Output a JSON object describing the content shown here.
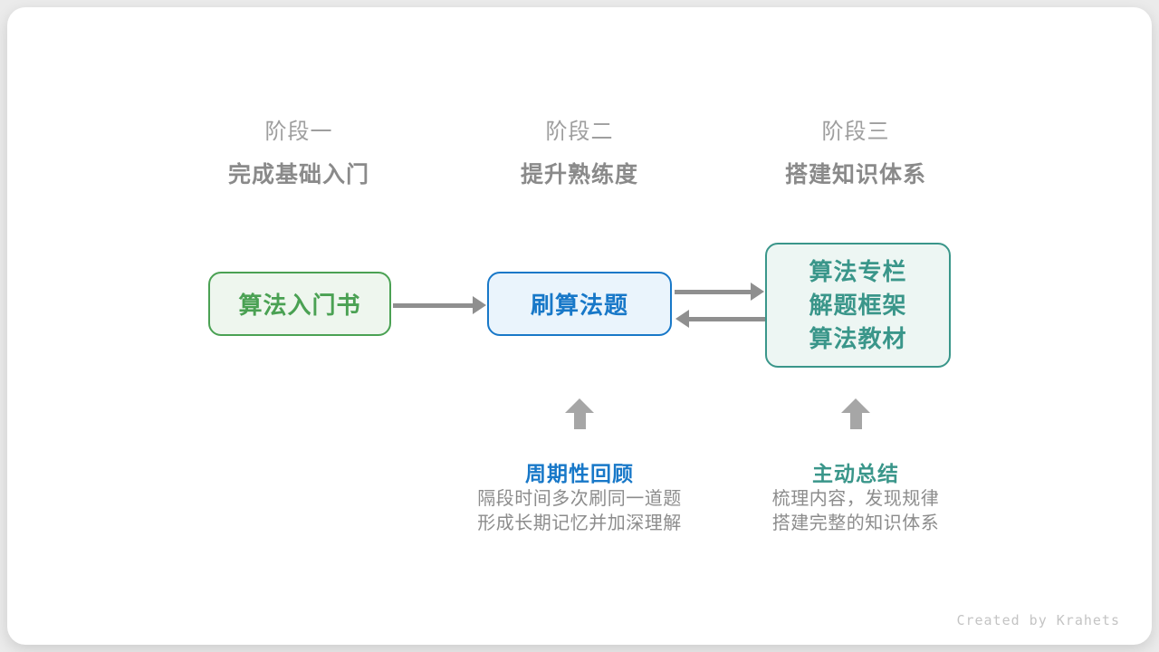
{
  "page": {
    "credit": "Created by Krahets"
  },
  "stages": [
    {
      "label": "阶段一",
      "subtitle": "完成基础入门"
    },
    {
      "label": "阶段二",
      "subtitle": "提升熟练度"
    },
    {
      "label": "阶段三",
      "subtitle": "搭建知识体系"
    }
  ],
  "nodes": [
    {
      "title": "算法入门书"
    },
    {
      "title": "刷算法题"
    },
    {
      "lines": [
        "算法专栏",
        "解题框架",
        "算法教材"
      ]
    }
  ],
  "annotations": [
    {
      "title": "周期性回顾",
      "lines": [
        "隔段时间多次刷同一道题",
        "形成长期记忆并加深理解"
      ]
    },
    {
      "title": "主动总结",
      "lines": [
        "梳理内容，发现规律",
        "搭建完整的知识体系"
      ]
    }
  ],
  "colors": {
    "page-bg": "#ebebeb",
    "card-bg": "#ffffff",
    "green": "#4aa153",
    "green-bg": "#eef6ee",
    "blue": "#1878c8",
    "blue-bg": "#eaf4fc",
    "teal": "#3a968a",
    "teal-bg": "#edf6f3",
    "arrow": "#8f8f8f",
    "up-arrow": "#a6a6a6",
    "stage-label": "#9e9e9e",
    "stage-subtitle": "#8a8a8a",
    "desc": "#8c8c8c",
    "credit": "#c4c4c4"
  }
}
